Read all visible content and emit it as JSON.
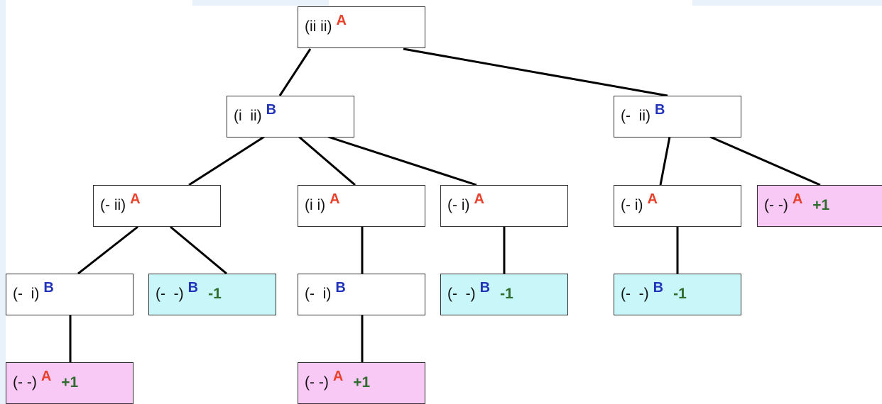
{
  "colors": {
    "A": "#e8402a",
    "B": "#2233bb",
    "score": "#2e6b2e",
    "win": "#f8c9f5",
    "loss": "#c9f6f8"
  },
  "nodes": {
    "n0": {
      "state": "(ii ii)",
      "player": "A",
      "score": ""
    },
    "n1": {
      "state": "(i  ii)",
      "player": "B",
      "score": ""
    },
    "n2": {
      "state": "(-  ii)",
      "player": "B",
      "score": ""
    },
    "n3": {
      "state": "(- ii)",
      "player": "A",
      "score": ""
    },
    "n4": {
      "state": "(i i)",
      "player": "A",
      "score": ""
    },
    "n5": {
      "state": "(- i)",
      "player": "A",
      "score": ""
    },
    "n6": {
      "state": "(- i)",
      "player": "A",
      "score": ""
    },
    "n7": {
      "state": "(- -)",
      "player": "A",
      "score": "+1"
    },
    "n8": {
      "state": "(-  i)",
      "player": "B",
      "score": ""
    },
    "n9": {
      "state": "(-  -)",
      "player": "B",
      "score": "-1"
    },
    "n10": {
      "state": "(-  i)",
      "player": "B",
      "score": ""
    },
    "n11": {
      "state": "(-  -)",
      "player": "B",
      "score": "-1"
    },
    "n12": {
      "state": "(-  -)",
      "player": "B",
      "score": "-1"
    },
    "n13": {
      "state": "(- -)",
      "player": "A",
      "score": "+1"
    },
    "n14": {
      "state": "(- -)",
      "player": "A",
      "score": "+1"
    }
  }
}
